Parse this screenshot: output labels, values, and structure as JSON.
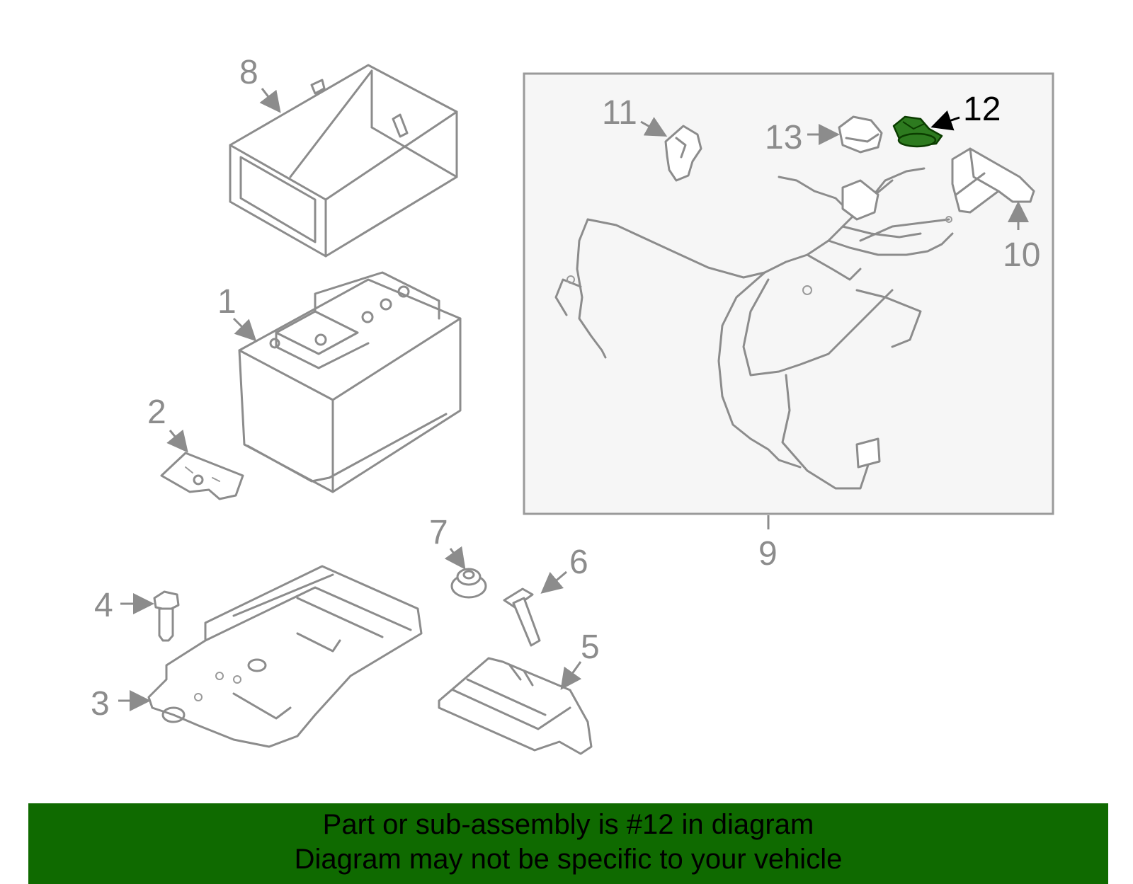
{
  "highlight_color": "#2d7a1f",
  "banner": {
    "background": "#0f6a00",
    "line1": "Part or sub-assembly is #12 in diagram",
    "line2": "Diagram may not be specific to your vehicle"
  },
  "callouts": {
    "c1": "1",
    "c2": "2",
    "c3": "3",
    "c4": "4",
    "c5": "5",
    "c6": "6",
    "c7": "7",
    "c8": "8",
    "c9": "9",
    "c10": "10",
    "c11": "11",
    "c12": "12",
    "c13": "13"
  },
  "highlighted_part": "12"
}
